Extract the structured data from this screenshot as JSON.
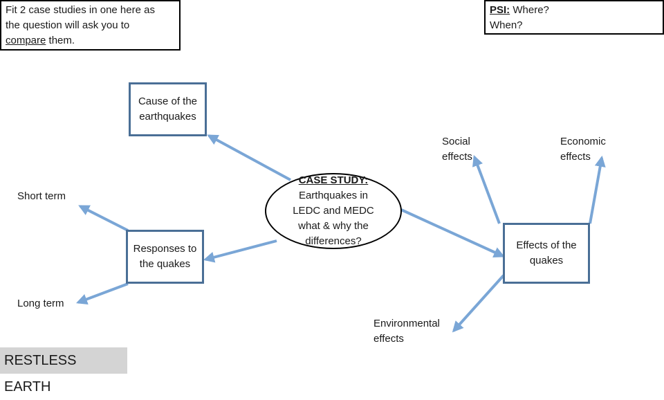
{
  "notes": {
    "case_studies_text_1": "Fit 2 case studies in one here as",
    "case_studies_text_2": "the question will ask you to",
    "compare_word": "compare",
    "case_studies_text_3": " them.",
    "psi_label": "PSI:",
    "psi_where": " Where?",
    "psi_when": "When?"
  },
  "nodes": {
    "cause_1": "Cause of the",
    "cause_2": "earthquakes",
    "responses_1": "Responses to",
    "responses_2": "the quakes",
    "effects_1": "Effects of the",
    "effects_2": "quakes",
    "short_term": "Short term",
    "long_term": "Long term",
    "social_1": "Social",
    "social_2": "effects",
    "economic_1": "Economic",
    "economic_2": "effects",
    "environmental_1": "Environmental",
    "environmental_2": "effects"
  },
  "center": {
    "title": "CASE STUDY:",
    "line_1": "Earthquakes in",
    "line_2": "LEDC and MEDC",
    "line_3": "what & why the",
    "line_4": "differences?"
  },
  "footer": {
    "title": "RESTLESS EARTH"
  },
  "colors": {
    "arrow": "#7aa6d6",
    "box_border": "#4a6f96"
  }
}
